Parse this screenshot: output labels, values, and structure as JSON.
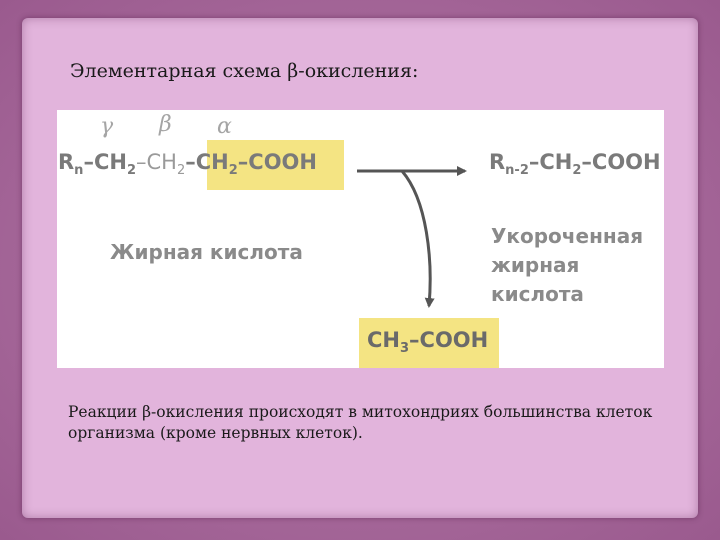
{
  "slide": {
    "title": "Элементарная схема β-окисления:",
    "caption": "Реакции β-окисления происходят в митохондриях большинства клеток организма (кроме нервных клеток)."
  },
  "scheme": {
    "greek": {
      "gamma": "γ",
      "beta": "β",
      "alpha": "α"
    },
    "fatty_acid": {
      "r": "R",
      "r_sub": "n",
      "chain": "–CH",
      "chain_sub": "2",
      "beta_part": "–CH",
      "beta_sub": "2",
      "alpha_part": "–CH",
      "alpha_sub": "2",
      "acid": "–COOH",
      "label": "Жирная кислота"
    },
    "product": {
      "r": "R",
      "r_sub": "n-2",
      "chain": "–CH",
      "chain_sub": "2",
      "acid": "–COOH",
      "label_line1": "Укороченная",
      "label_line2": "жирная кислота"
    },
    "acetic": {
      "ch": "CH",
      "ch_sub": "3",
      "acid": "–COOH"
    },
    "colors": {
      "highlight": "#f4e483",
      "text": "#7a7a7a",
      "arrow": "#555555"
    }
  }
}
